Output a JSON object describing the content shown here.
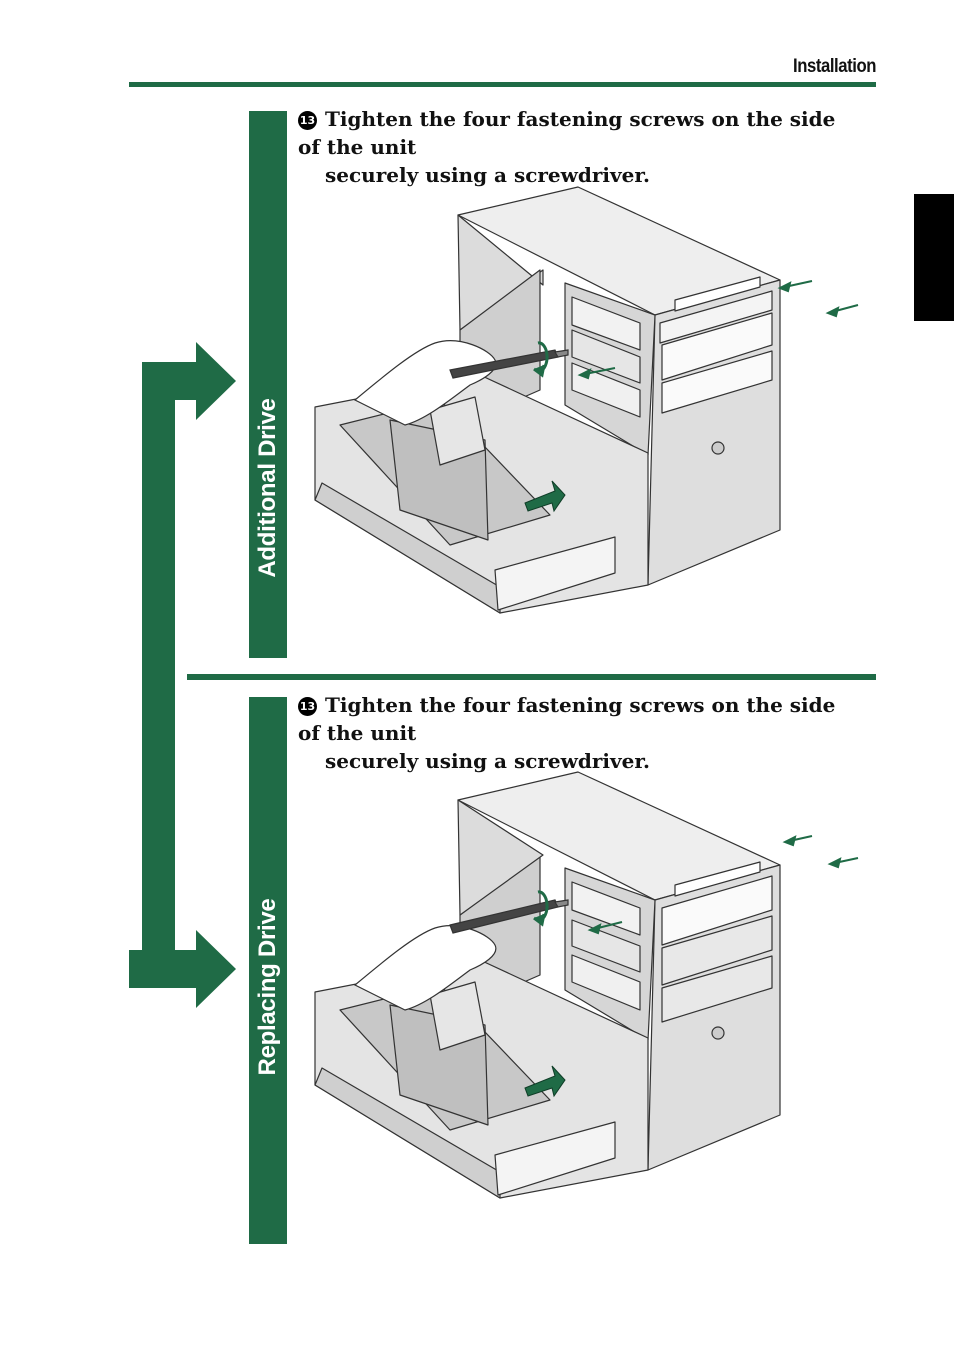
{
  "header": {
    "section": "Installation"
  },
  "colors": {
    "accent": "#1f6b46",
    "tab": "#000000"
  },
  "bands": [
    {
      "label": "Additional Drive"
    },
    {
      "label": "Replacing Drive"
    }
  ],
  "steps": [
    {
      "number": "13",
      "line1": "Tighten the four fastening screws on the side of the unit",
      "line2": "securely using a screwdriver."
    },
    {
      "number": "13",
      "line1": "Tighten the four fastening screws on the side of the unit",
      "line2": "securely using a screwdriver."
    }
  ],
  "icons": [
    "flow-arrow-icon",
    "rotate-icon",
    "push-arrow-icon"
  ]
}
